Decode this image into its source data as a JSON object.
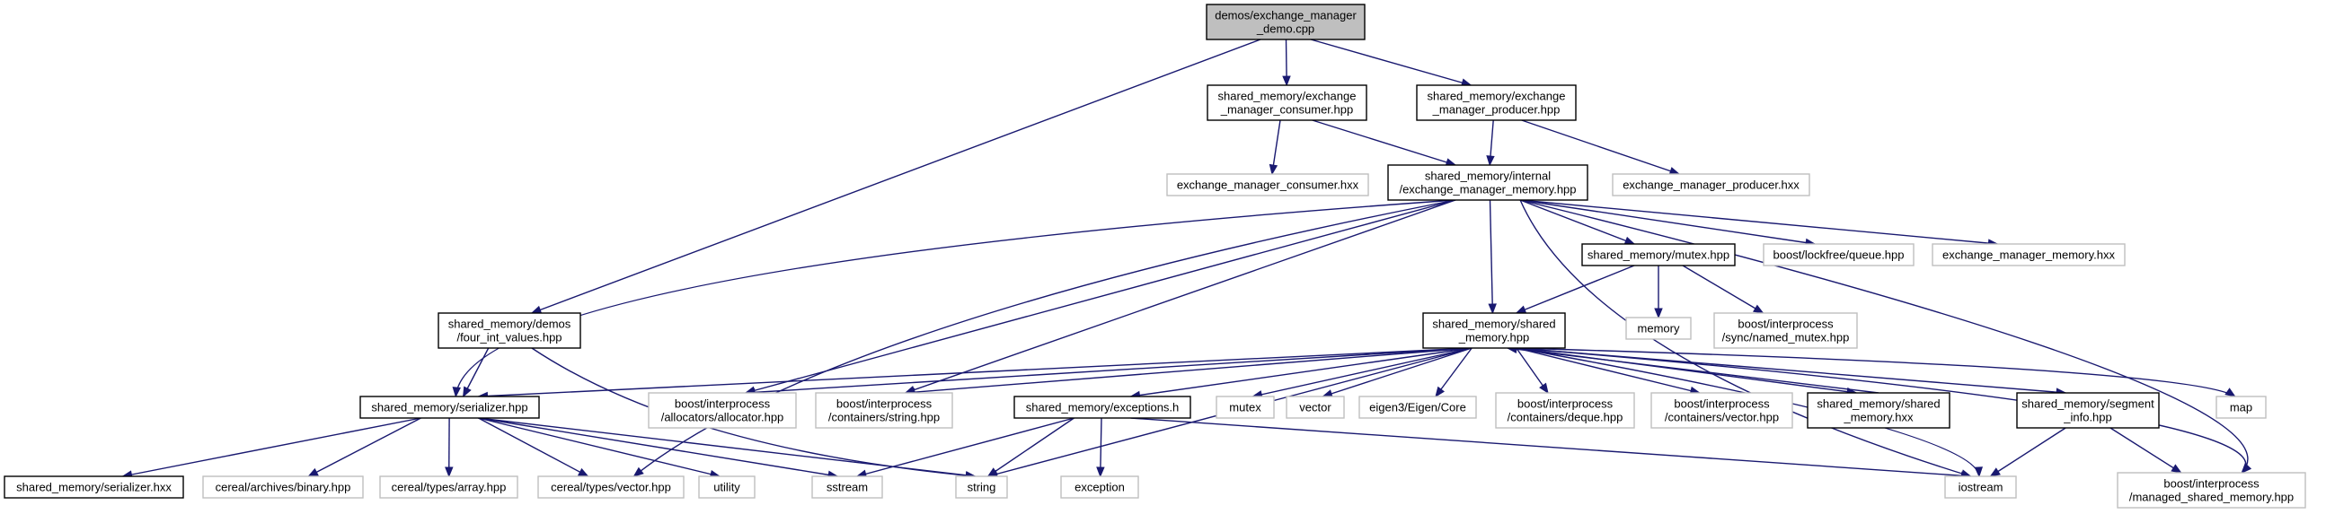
{
  "graph": {
    "colors": {
      "edge": "#191970",
      "root_fill": "#bfbfbf",
      "internal_border": "#000000",
      "external_border": "#bfbfbf"
    },
    "nodes": [
      {
        "id": "demo",
        "kind": "root",
        "lines": [
          "demos/exchange_manager",
          "_demo.cpp"
        ]
      },
      {
        "id": "consumer_hpp",
        "kind": "internal",
        "lines": [
          "shared_memory/exchange",
          "_manager_consumer.hpp"
        ]
      },
      {
        "id": "producer_hpp",
        "kind": "internal",
        "lines": [
          "shared_memory/exchange",
          "_manager_producer.hpp"
        ]
      },
      {
        "id": "consumer_hxx",
        "kind": "external",
        "lines": [
          "exchange_manager_consumer.hxx"
        ]
      },
      {
        "id": "memory_hpp",
        "kind": "internal",
        "lines": [
          "shared_memory/internal",
          "/exchange_manager_memory.hpp"
        ]
      },
      {
        "id": "producer_hxx",
        "kind": "external",
        "lines": [
          "exchange_manager_producer.hxx"
        ]
      },
      {
        "id": "mutex_hpp",
        "kind": "internal",
        "lines": [
          "shared_memory/mutex.hpp"
        ]
      },
      {
        "id": "lockfree_queue",
        "kind": "external",
        "lines": [
          "boost/lockfree/queue.hpp"
        ]
      },
      {
        "id": "memory_hxx",
        "kind": "external",
        "lines": [
          "exchange_manager_memory.hxx"
        ]
      },
      {
        "id": "four_int",
        "kind": "internal",
        "lines": [
          "shared_memory/demos",
          "/four_int_values.hpp"
        ]
      },
      {
        "id": "memory_std",
        "kind": "external",
        "lines": [
          "memory"
        ]
      },
      {
        "id": "named_mutex",
        "kind": "external",
        "lines": [
          "boost/interprocess",
          "/sync/named_mutex.hpp"
        ]
      },
      {
        "id": "shared_hpp",
        "kind": "internal",
        "lines": [
          "shared_memory/shared",
          "_memory.hpp"
        ]
      },
      {
        "id": "serializer_hpp",
        "kind": "internal",
        "lines": [
          "shared_memory/serializer.hpp"
        ]
      },
      {
        "id": "allocator",
        "kind": "external",
        "lines": [
          "boost/interprocess",
          "/allocators/allocator.hpp"
        ]
      },
      {
        "id": "containers_string",
        "kind": "external",
        "lines": [
          "boost/interprocess",
          "/containers/string.hpp"
        ]
      },
      {
        "id": "exceptions_h",
        "kind": "internal",
        "lines": [
          "shared_memory/exceptions.h"
        ]
      },
      {
        "id": "mutex_std",
        "kind": "external",
        "lines": [
          "mutex"
        ]
      },
      {
        "id": "vector_std",
        "kind": "external",
        "lines": [
          "vector"
        ]
      },
      {
        "id": "eigen",
        "kind": "external",
        "lines": [
          "eigen3/Eigen/Core"
        ]
      },
      {
        "id": "deque",
        "kind": "external",
        "lines": [
          "boost/interprocess",
          "/containers/deque.hpp"
        ]
      },
      {
        "id": "containers_vector",
        "kind": "external",
        "lines": [
          "boost/interprocess",
          "/containers/vector.hpp"
        ]
      },
      {
        "id": "shared_hxx",
        "kind": "internal",
        "lines": [
          "shared_memory/shared",
          "_memory.hxx"
        ]
      },
      {
        "id": "segment_info",
        "kind": "internal",
        "lines": [
          "shared_memory/segment",
          "_info.hpp"
        ]
      },
      {
        "id": "map_std",
        "kind": "external",
        "lines": [
          "map"
        ]
      },
      {
        "id": "serializer_hxx",
        "kind": "internal",
        "lines": [
          "shared_memory/serializer.hxx"
        ]
      },
      {
        "id": "cereal_binary",
        "kind": "external",
        "lines": [
          "cereal/archives/binary.hpp"
        ]
      },
      {
        "id": "cereal_array",
        "kind": "external",
        "lines": [
          "cereal/types/array.hpp"
        ]
      },
      {
        "id": "cereal_vector",
        "kind": "external",
        "lines": [
          "cereal/types/vector.hpp"
        ]
      },
      {
        "id": "utility_std",
        "kind": "external",
        "lines": [
          "utility"
        ]
      },
      {
        "id": "sstream_std",
        "kind": "external",
        "lines": [
          "sstream"
        ]
      },
      {
        "id": "string_std",
        "kind": "external",
        "lines": [
          "string"
        ]
      },
      {
        "id": "exception_std",
        "kind": "external",
        "lines": [
          "exception"
        ]
      },
      {
        "id": "iostream_std",
        "kind": "external",
        "lines": [
          "iostream"
        ]
      },
      {
        "id": "managed_shm",
        "kind": "external",
        "lines": [
          "boost/interprocess",
          "/managed_shared_memory.hpp"
        ]
      }
    ],
    "edges": [
      [
        "demo",
        "consumer_hpp"
      ],
      [
        "demo",
        "producer_hpp"
      ],
      [
        "demo",
        "four_int"
      ],
      [
        "consumer_hpp",
        "consumer_hxx"
      ],
      [
        "consumer_hpp",
        "memory_hpp"
      ],
      [
        "producer_hpp",
        "memory_hpp"
      ],
      [
        "producer_hpp",
        "producer_hxx"
      ],
      [
        "memory_hpp",
        "mutex_hpp"
      ],
      [
        "memory_hpp",
        "lockfree_queue"
      ],
      [
        "memory_hpp",
        "memory_hxx"
      ],
      [
        "memory_hpp",
        "shared_hpp"
      ],
      [
        "memory_hpp",
        "serializer_hpp"
      ],
      [
        "memory_hpp",
        "allocator"
      ],
      [
        "memory_hpp",
        "containers_string"
      ],
      [
        "memory_hpp",
        "managed_shm"
      ],
      [
        "memory_hpp",
        "iostream_std"
      ],
      [
        "memory_hpp",
        "cereal_vector"
      ],
      [
        "mutex_hpp",
        "shared_hpp"
      ],
      [
        "mutex_hpp",
        "memory_std"
      ],
      [
        "mutex_hpp",
        "named_mutex"
      ],
      [
        "four_int",
        "serializer_hpp"
      ],
      [
        "four_int",
        "string_std"
      ],
      [
        "shared_hpp",
        "serializer_hpp"
      ],
      [
        "shared_hpp",
        "allocator"
      ],
      [
        "shared_hpp",
        "containers_string"
      ],
      [
        "shared_hpp",
        "exceptions_h"
      ],
      [
        "shared_hpp",
        "mutex_std"
      ],
      [
        "shared_hpp",
        "vector_std"
      ],
      [
        "shared_hpp",
        "eigen"
      ],
      [
        "shared_hpp",
        "deque"
      ],
      [
        "shared_hpp",
        "containers_vector"
      ],
      [
        "shared_hpp",
        "shared_hxx"
      ],
      [
        "shared_hpp",
        "segment_info"
      ],
      [
        "shared_hpp",
        "map_std"
      ],
      [
        "shared_hpp",
        "string_std"
      ],
      [
        "shared_hpp",
        "iostream_std"
      ],
      [
        "shared_hpp",
        "managed_shm"
      ],
      [
        "shared_hxx",
        "shared_hpp"
      ],
      [
        "serializer_hpp",
        "serializer_hxx"
      ],
      [
        "serializer_hpp",
        "cereal_binary"
      ],
      [
        "serializer_hpp",
        "cereal_array"
      ],
      [
        "serializer_hpp",
        "cereal_vector"
      ],
      [
        "serializer_hpp",
        "utility_std"
      ],
      [
        "serializer_hpp",
        "sstream_std"
      ],
      [
        "serializer_hpp",
        "string_std"
      ],
      [
        "exceptions_h",
        "sstream_std"
      ],
      [
        "exceptions_h",
        "string_std"
      ],
      [
        "exceptions_h",
        "exception_std"
      ],
      [
        "exceptions_h",
        "iostream_std"
      ],
      [
        "segment_info",
        "iostream_std"
      ],
      [
        "segment_info",
        "managed_shm"
      ]
    ]
  }
}
